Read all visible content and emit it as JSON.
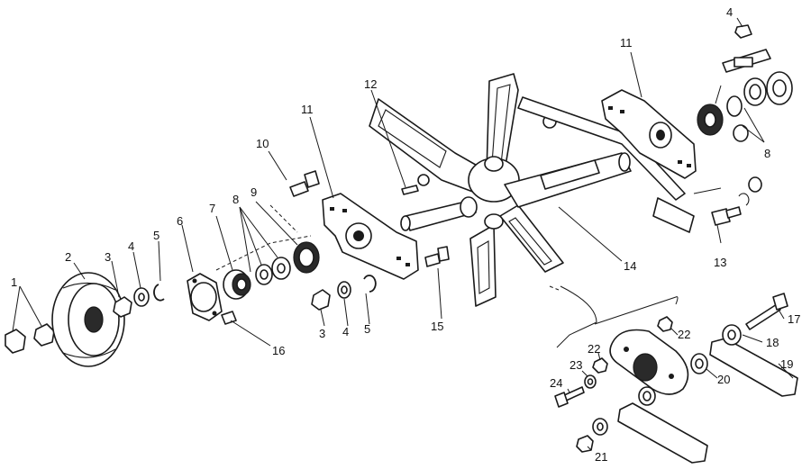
{
  "diagram": {
    "callouts": {
      "c1": "1",
      "c2": "2",
      "c3a": "3",
      "c4a": "4",
      "c5a": "5",
      "c6": "6",
      "c7": "7",
      "c8a": "8",
      "c9": "9",
      "c10": "10",
      "c11a": "11",
      "c12": "12",
      "c3b": "3",
      "c4b": "4",
      "c5b": "5",
      "c15": "15",
      "c16": "16",
      "c14": "14",
      "c11b": "11",
      "c4c": "4",
      "c8b": "8",
      "c13": "13",
      "c17": "17",
      "c18": "18",
      "c19": "19",
      "c20": "20",
      "c22a": "22",
      "c22b": "22",
      "c23": "23",
      "c24": "24",
      "c21": "21"
    }
  }
}
